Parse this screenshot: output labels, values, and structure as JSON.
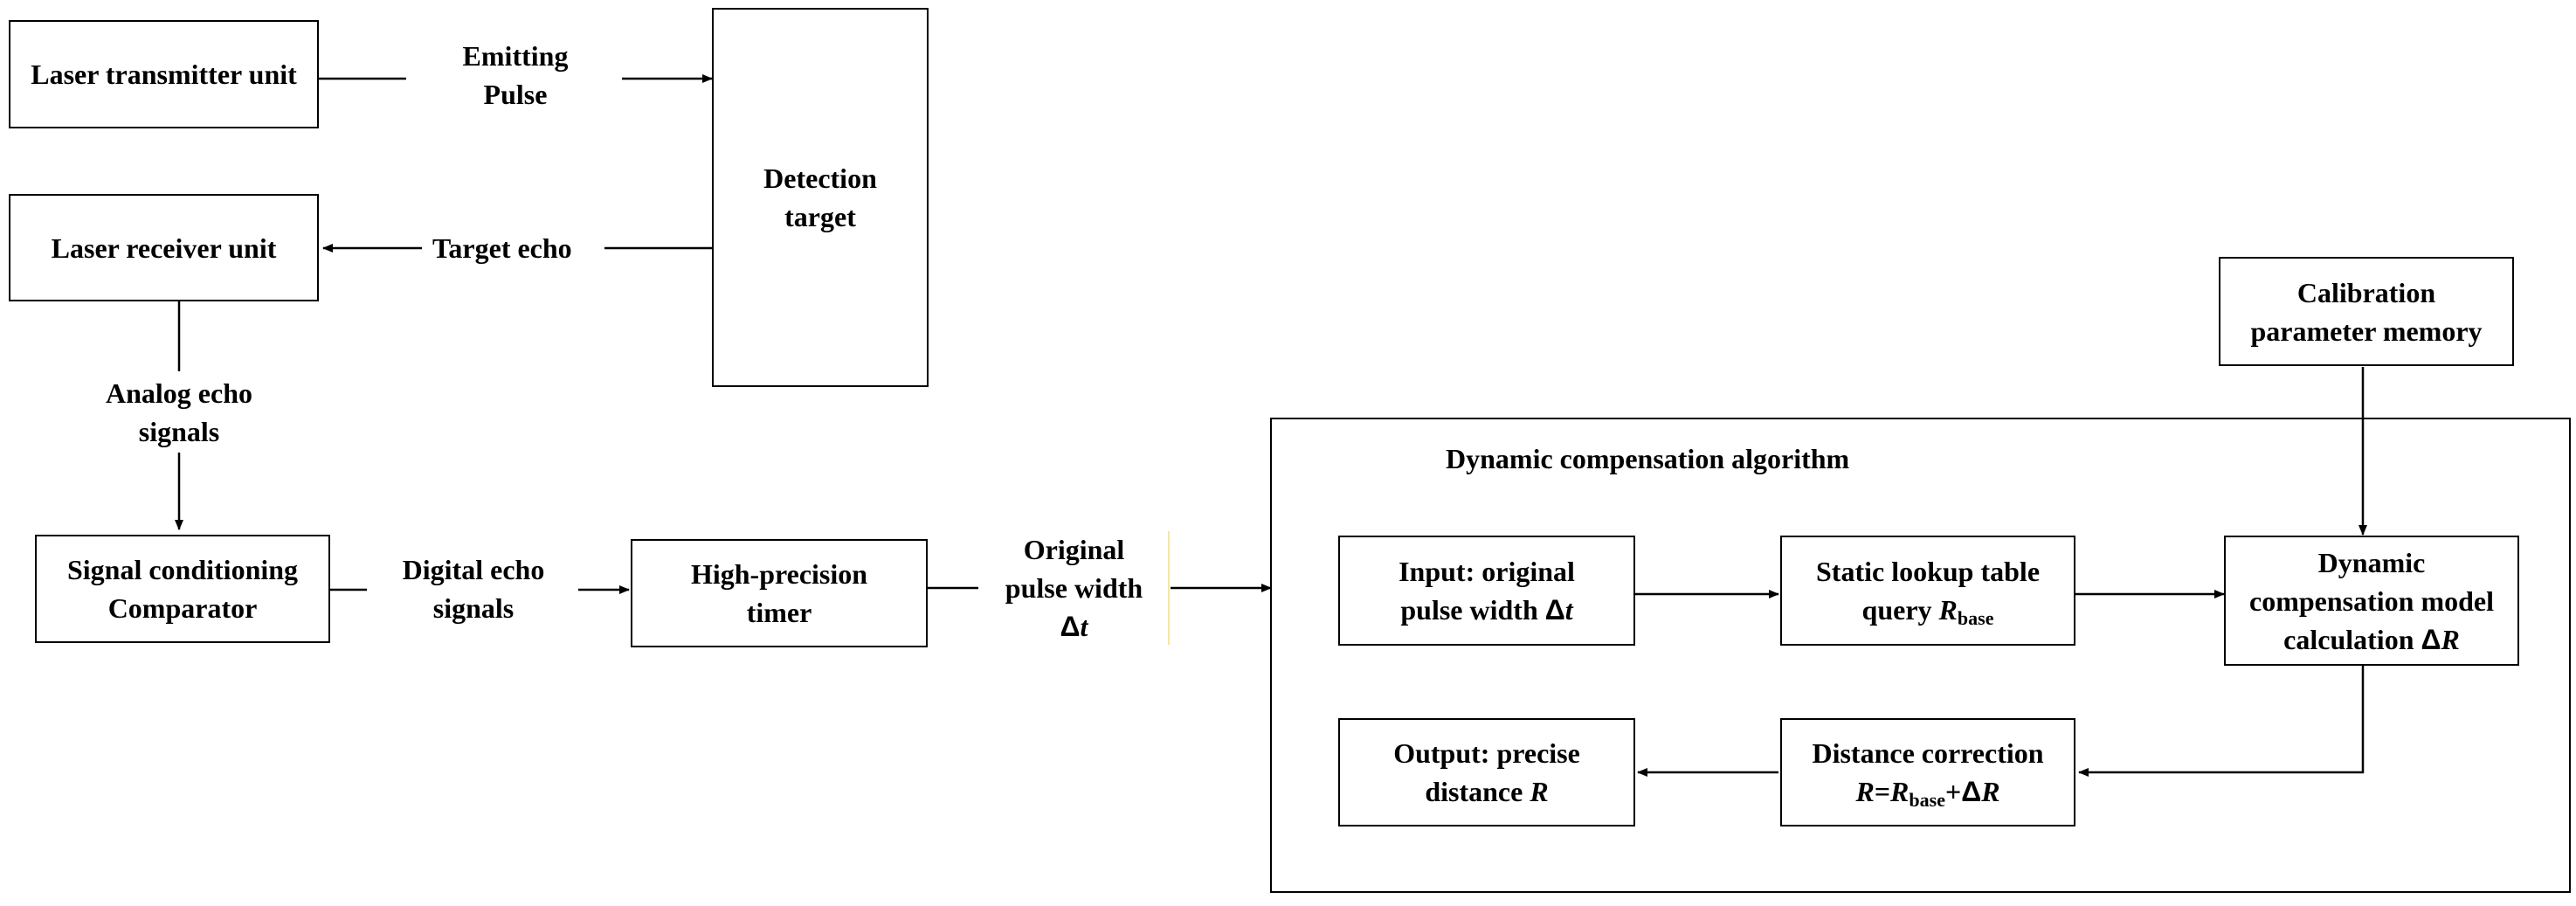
{
  "nodes": {
    "transmitter": "Laser transmitter unit",
    "receiver": "Laser receiver unit",
    "target": {
      "line1": "Detection",
      "line2": "target"
    },
    "conditioning": {
      "line1": "Signal conditioning",
      "line2": "Comparator"
    },
    "timer": {
      "line1": "High-precision",
      "line2": "timer"
    },
    "calibration": {
      "line1": "Calibration",
      "line2": "parameter memory"
    },
    "input": {
      "line1": "Input: original",
      "line2_text": "pulse width ",
      "line2_sym": "Δ",
      "line2_var": "t"
    },
    "lookup": {
      "line1": "Static lookup table",
      "line2_text": "query  ",
      "line2_var": "R",
      "line2_sub": "base"
    },
    "dynamic_model": {
      "line1": "Dynamic",
      "line2": "compensation model",
      "line3_text": "calculation  ",
      "line3_sym": "Δ",
      "line3_var": "R"
    },
    "correction": {
      "line1": "Distance correction",
      "eq_var1": "R",
      "eq_eq": "=",
      "eq_var2": "R",
      "eq_sub": "base",
      "eq_plus": "+",
      "eq_sym": "Δ",
      "eq_var3": "R"
    },
    "output": {
      "line1": "Output: precise",
      "line2_text": "distance ",
      "line2_var": "R"
    }
  },
  "edge_labels": {
    "emitting": {
      "line1": "Emitting",
      "line2": "Pulse"
    },
    "target_echo": "Target echo",
    "analog": {
      "line1": "Analog echo",
      "line2": "signals"
    },
    "digital": {
      "line1": "Digital echo",
      "line2": "signals"
    },
    "original": {
      "line1": "Original",
      "line2": "pulse width",
      "line3_sym": "Δ",
      "line3_var": "t"
    }
  },
  "group": {
    "title": "Dynamic compensation algorithm"
  }
}
